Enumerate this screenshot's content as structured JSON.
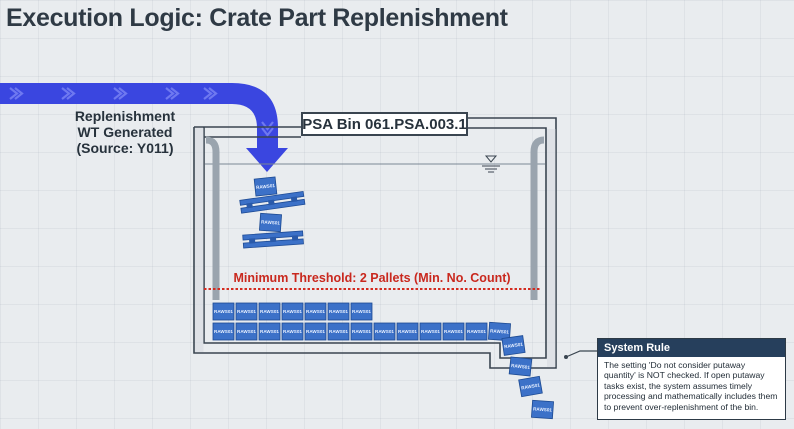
{
  "title": "Execution Logic: Crate Part Replenishment",
  "flow": {
    "label_lines": [
      "Replenishment",
      "WT Generated",
      "(Source: Y011)"
    ]
  },
  "bin": {
    "label": "PSA Bin 061.PSA.003.1"
  },
  "threshold": {
    "label": "Minimum Threshold: 2 Pallets (Min. No. Count)"
  },
  "crate_label": "RAWS01",
  "system_rule": {
    "title": "System Rule",
    "text": "The setting 'Do not consider putaway quantity' is NOT checked. If open putaway tasks exist, the system assumes timely processing and mathematically includes them to prevent over-replenishment of the bin."
  },
  "colors": {
    "arrow": "#3a46e0",
    "crate": "#3c71c8",
    "threshold": "#d42b20",
    "rule_header": "#263f5c"
  }
}
